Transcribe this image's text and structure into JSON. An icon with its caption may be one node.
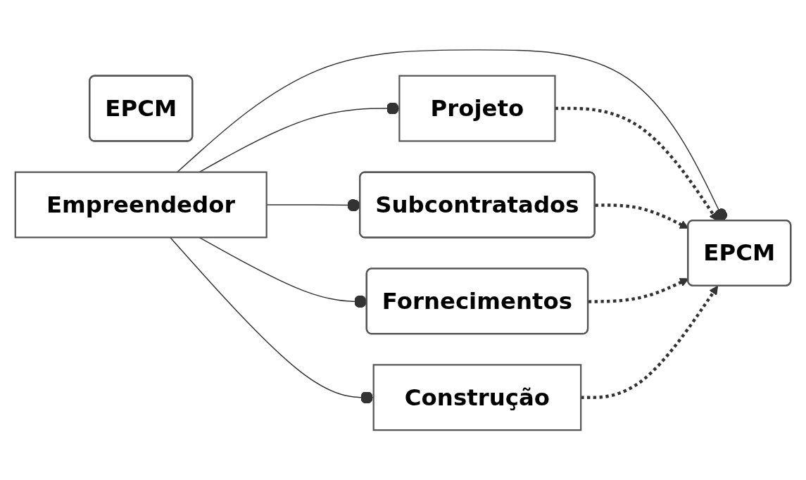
{
  "diagram": {
    "nodes": [
      {
        "text": [
          "EPCM"
        ]
      },
      {
        "text": [
          "Projeto"
        ]
      },
      {
        "text": [
          "Subcontratados"
        ]
      },
      {
        "text": [
          "Empreendedor"
        ]
      },
      {
        "text": [
          "EPCM"
        ]
      },
      {
        "text": [
          "Fornecimentos"
        ]
      },
      {
        "text": [
          "Construção"
        ]
      }
    ],
    "edges": [
      {
        "from": 3,
        "to": 1,
        "arrow": "other"
      },
      {
        "from": 3,
        "to": 2,
        "arrow": "other"
      },
      {
        "from": 3,
        "to": 4,
        "arrow": "other"
      },
      {
        "from": 3,
        "to": 5,
        "arrow": "other"
      },
      {
        "from": 3,
        "to": 6,
        "arrow": "other"
      },
      {
        "from": 1,
        "to": 4,
        "arrow": "to",
        "style": "dashed"
      },
      {
        "from": 2,
        "to": 4,
        "arrow": "to",
        "style": "dashed"
      },
      {
        "from": 5,
        "to": 4,
        "arrow": "to",
        "style": "dashed"
      },
      {
        "from": 6,
        "to": 4,
        "arrow": "to",
        "style": "dashed"
      }
    ]
  }
}
